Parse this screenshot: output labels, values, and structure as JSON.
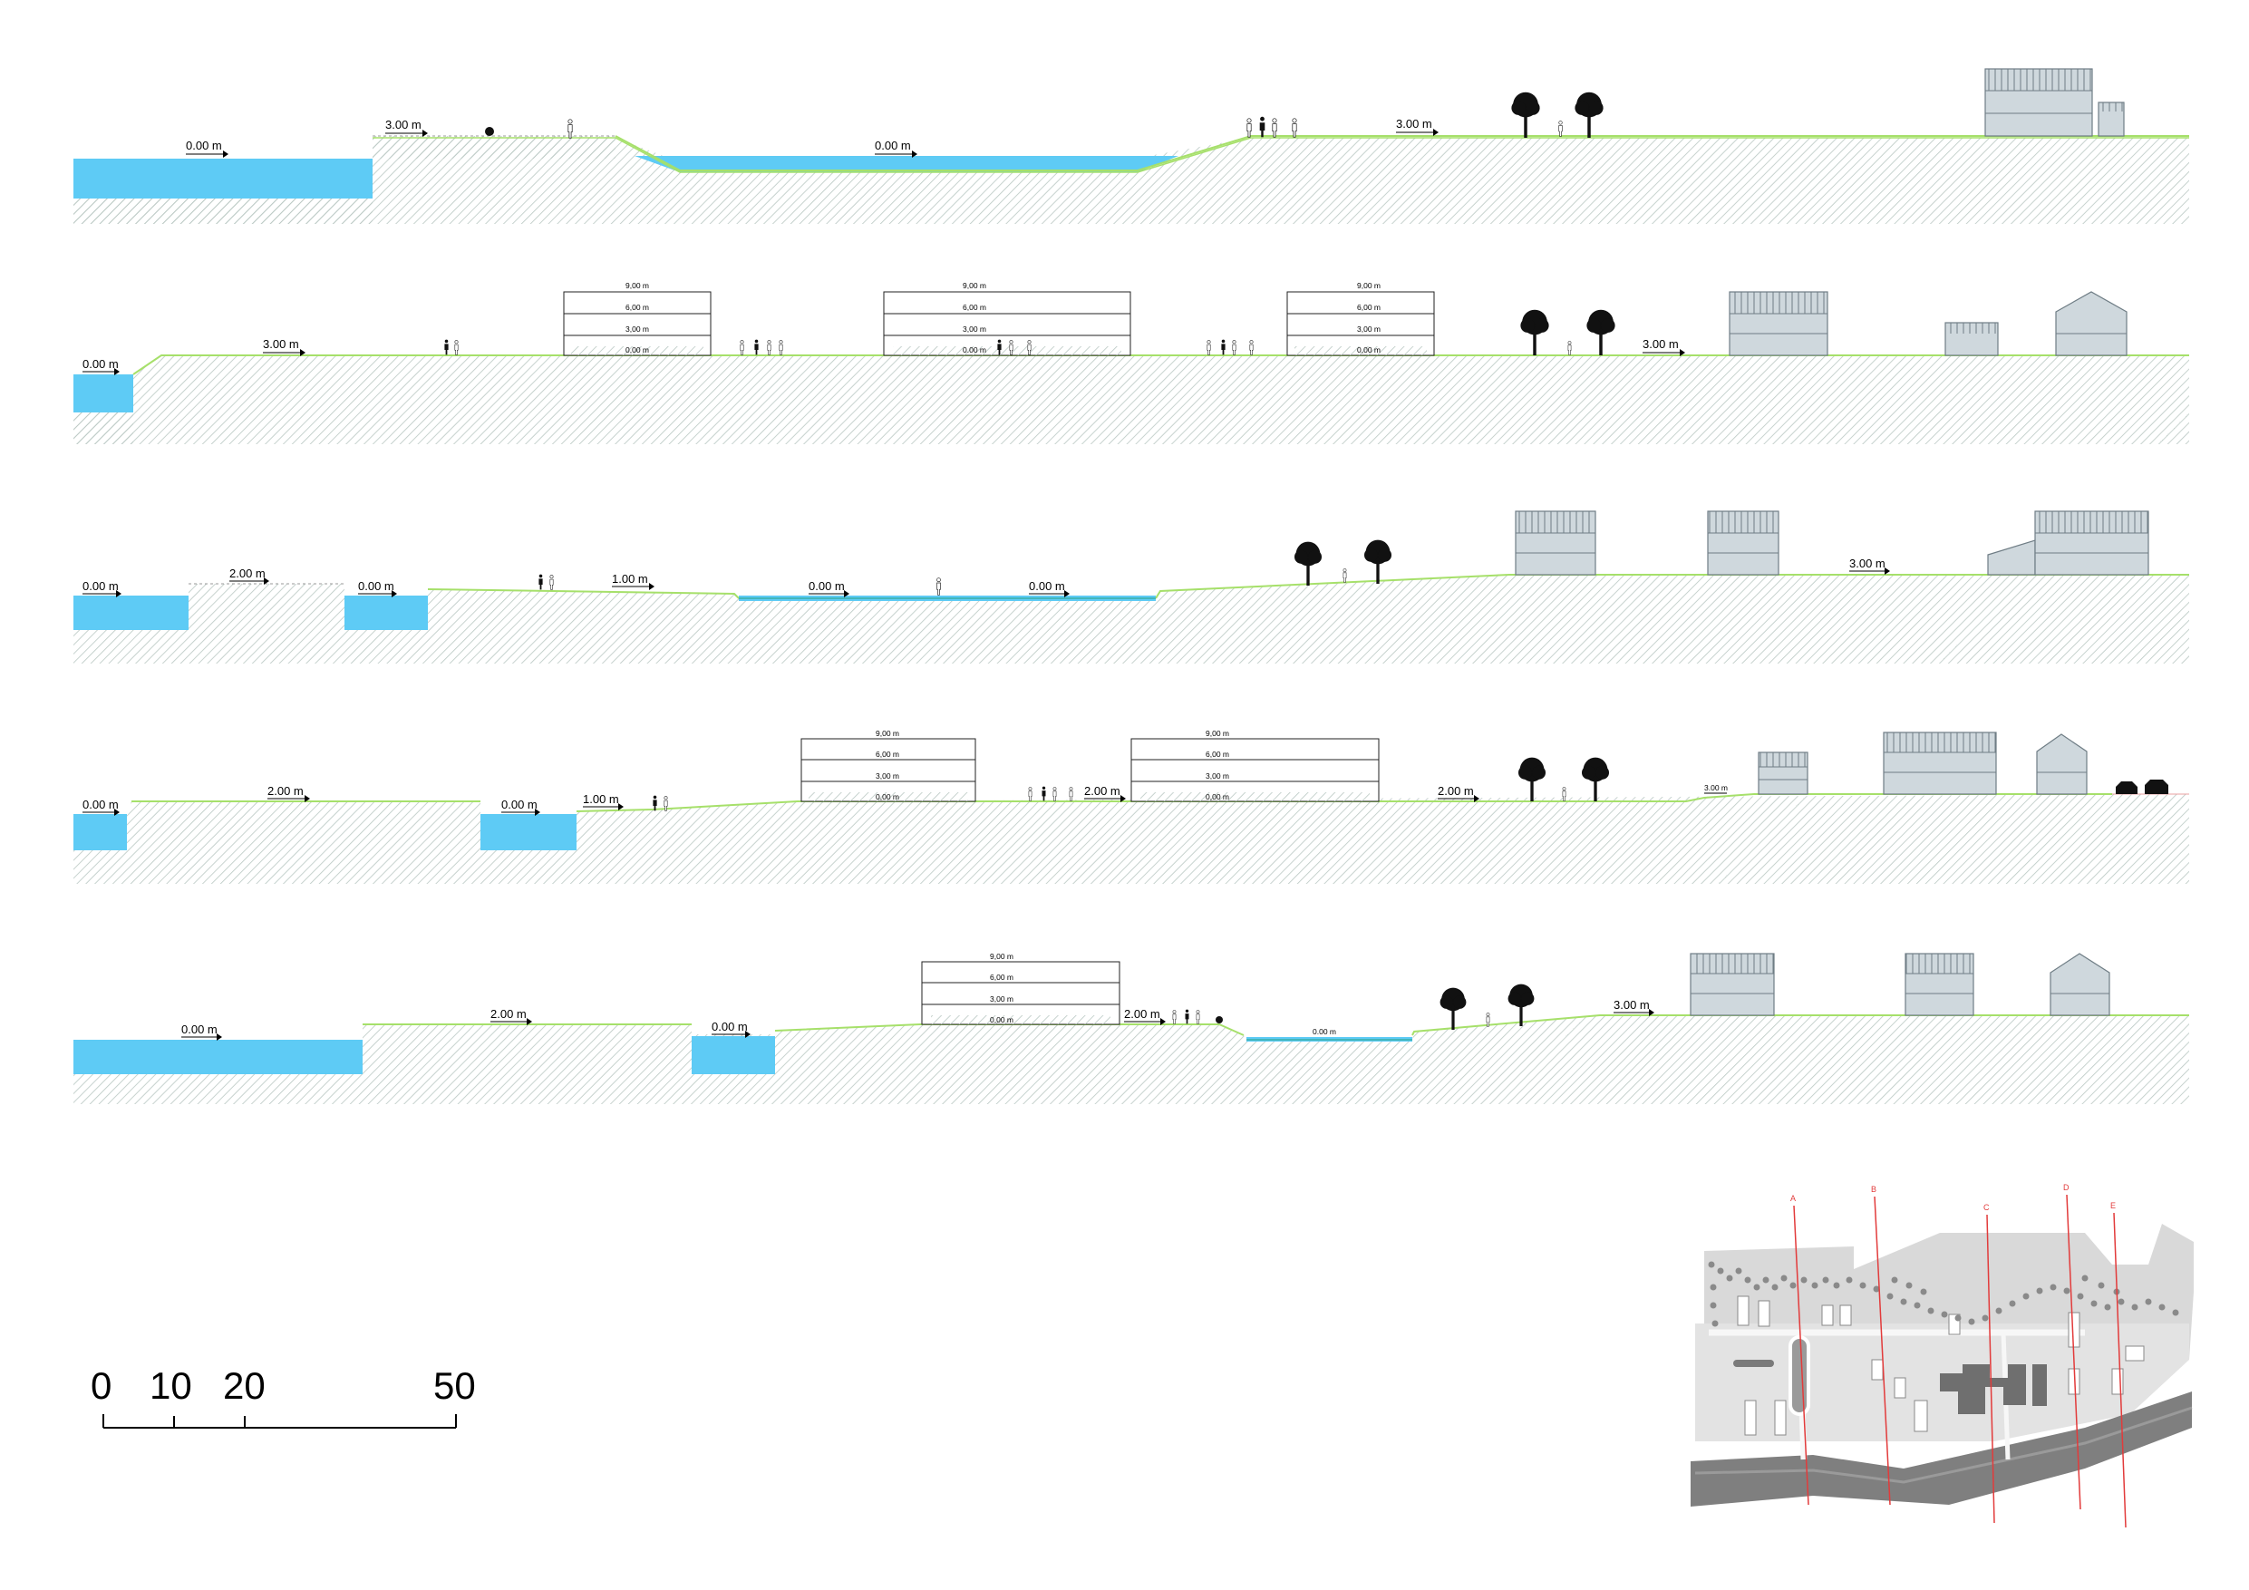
{
  "colors": {
    "water": "#5ecbf5",
    "ground_line": "#a6e06a",
    "hatch": "#b9c7c2",
    "building_fill": "#cfd8dd",
    "building_stroke": "#6f7d85",
    "section_line": "#e23b3b"
  },
  "sections": [
    {
      "levels": [
        "0.00 m",
        "3.00 m",
        "0.00 m",
        "3.00 m"
      ],
      "figures": [
        "person-icon",
        "person-icon",
        "person-icon",
        "cyclist-icon"
      ],
      "trees": [
        "tree-icon",
        "tree-icon"
      ],
      "buildings": [
        "house-building",
        "small-building"
      ]
    },
    {
      "levels": [
        "0.00 m",
        "3.00 m",
        "0.00 m",
        "0.00 m",
        "0.00 m",
        "3.00 m"
      ],
      "floors": [
        "9,00 m",
        "6,00 m",
        "3,00 m",
        "0,00 m"
      ],
      "trees": [
        "tree-icon",
        "tree-icon"
      ],
      "buildings": [
        "pavilion-building",
        "pavilion-building",
        "pavilion-building"
      ]
    },
    {
      "levels": [
        "0.00 m",
        "2.00 m",
        "0.00 m",
        "1.00 m",
        "0.00 m",
        "0.00 m",
        "3.00 m"
      ],
      "trees": [
        "tree-icon",
        "tree-icon"
      ],
      "buildings": [
        "house-building",
        "house-building",
        "house-building"
      ]
    },
    {
      "levels": [
        "0.00 m",
        "2.00 m",
        "0.00 m",
        "1.00 m",
        "2.00 m",
        "2.00 m",
        "3.00 m"
      ],
      "floors": [
        "9,00 m",
        "6,00 m",
        "3,00 m",
        "0,00 m"
      ],
      "trees": [
        "tree-icon",
        "tree-icon"
      ],
      "buildings": [
        "pavilion-building",
        "pavilion-building",
        "house-building",
        "house-building",
        "gable-house"
      ]
    },
    {
      "levels": [
        "0.00 m",
        "2.00 m",
        "0.00 m",
        "2.00 m",
        "0.00 m",
        "3.00 m"
      ],
      "floors": [
        "9,00 m",
        "6,00 m",
        "3,00 m",
        "0,00 m"
      ],
      "trees": [
        "tree-icon",
        "tree-icon"
      ],
      "buildings": [
        "pavilion-building",
        "house-building",
        "house-building",
        "gable-house"
      ]
    }
  ],
  "scale_bar": {
    "ticks": [
      "0",
      "10",
      "20",
      "50"
    ]
  },
  "key_map": {
    "section_letters": [
      "A",
      "B",
      "C",
      "D",
      "E"
    ]
  }
}
